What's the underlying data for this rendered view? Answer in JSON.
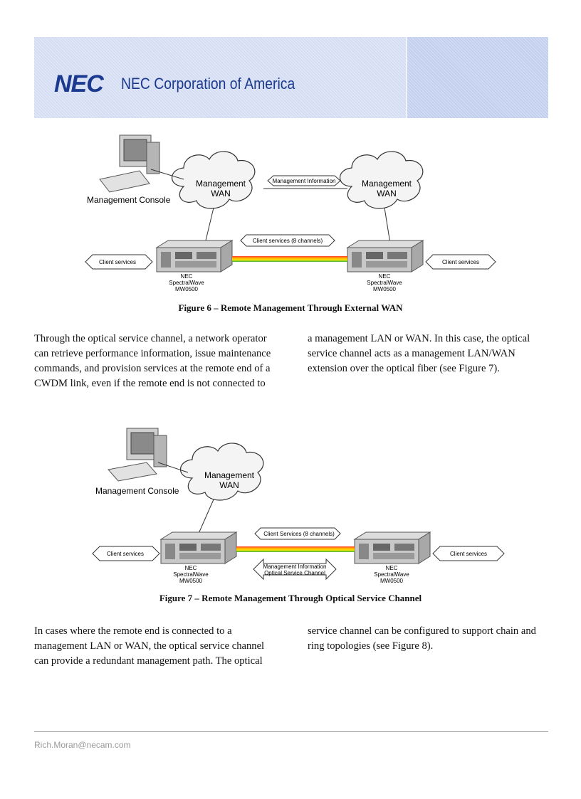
{
  "header": {
    "logo": "NEC",
    "company": "NEC Corporation of America"
  },
  "figure6": {
    "console_label": "Management Console",
    "cloud_left": [
      "Management",
      "WAN"
    ],
    "cloud_right": [
      "Management",
      "WAN"
    ],
    "mgmt_info": "Management Information",
    "client_services_channels": "Client services (8 channels)",
    "client_services_left": "Client services",
    "client_services_right": "Client services",
    "device_left": [
      "NEC",
      "SpectralWave",
      "MW0500"
    ],
    "device_right": [
      "NEC",
      "SpectralWave",
      "MW0500"
    ],
    "caption": "Figure 6 – Remote Management Through External WAN"
  },
  "para1": {
    "left": "Through the optical service channel, a network operator can retrieve performance information, issue maintenance commands, and provision services at the remote end of a CWDM link, even if the remote end is not connected to",
    "right": "a management LAN or WAN. In this case, the optical service channel acts as a management LAN/WAN extension over the optical fiber (see Figure 7)."
  },
  "figure7": {
    "console_label": "Management Console",
    "cloud": [
      "Management",
      "WAN"
    ],
    "client_services_channels": "Client Services (8 channels)",
    "client_services_left": "Client services",
    "client_services_right": "Client services",
    "osc_label": [
      "Management Information",
      "Optical Service Channel"
    ],
    "device_left": [
      "NEC",
      "SpectralWave",
      "MW0500"
    ],
    "device_right": [
      "NEC",
      "SpectralWave",
      "MW0500"
    ],
    "caption": "Figure 7 – Remote Management Through Optical Service Channel"
  },
  "para2": {
    "left": "In cases where the remote end is connected to a management LAN or WAN, the optical service channel can provide a redundant management path. The optical",
    "right": "service channel can be configured to support chain and ring topologies (see Figure 8)."
  },
  "footer": {
    "email": "Rich.Moran@necam.com"
  }
}
